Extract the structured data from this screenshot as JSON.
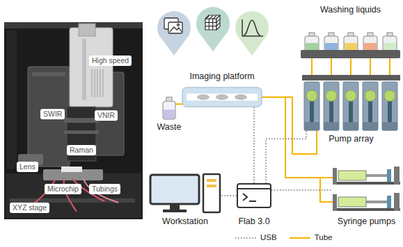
{
  "diagram": {
    "nodes": [
      {
        "text": [
          "Washing liquids"
        ]
      },
      {
        "text": [
          "Imaging platform"
        ]
      },
      {
        "text": [
          "Waste"
        ]
      },
      {
        "text": [
          "Pump array"
        ]
      },
      {
        "text": [
          "Workstation"
        ]
      },
      {
        "text": [
          "Flab 3.0"
        ]
      },
      {
        "text": [
          "Syringe pumps"
        ]
      }
    ],
    "edges": [
      {
        "from": 0,
        "to": 3,
        "arrow": "none"
      },
      {
        "from": 3,
        "to": 1,
        "arrow": "none"
      },
      {
        "from": 6,
        "to": 1,
        "arrow": "none"
      },
      {
        "from": 1,
        "to": 2,
        "arrow": "none"
      },
      {
        "from": 5,
        "to": 4,
        "arrow": "none"
      },
      {
        "from": 5,
        "to": 1,
        "arrow": "none"
      },
      {
        "from": 5,
        "to": 3,
        "arrow": "none"
      },
      {
        "from": 5,
        "to": 6,
        "arrow": "none"
      }
    ],
    "labels": [
      "High speed",
      "SWIR",
      "VNIR",
      "Raman",
      "Lens",
      "Microchip",
      "Tubings",
      "XYZ stage"
    ],
    "legend": [
      {
        "text": "USB"
      },
      {
        "text": "Tube"
      }
    ]
  }
}
